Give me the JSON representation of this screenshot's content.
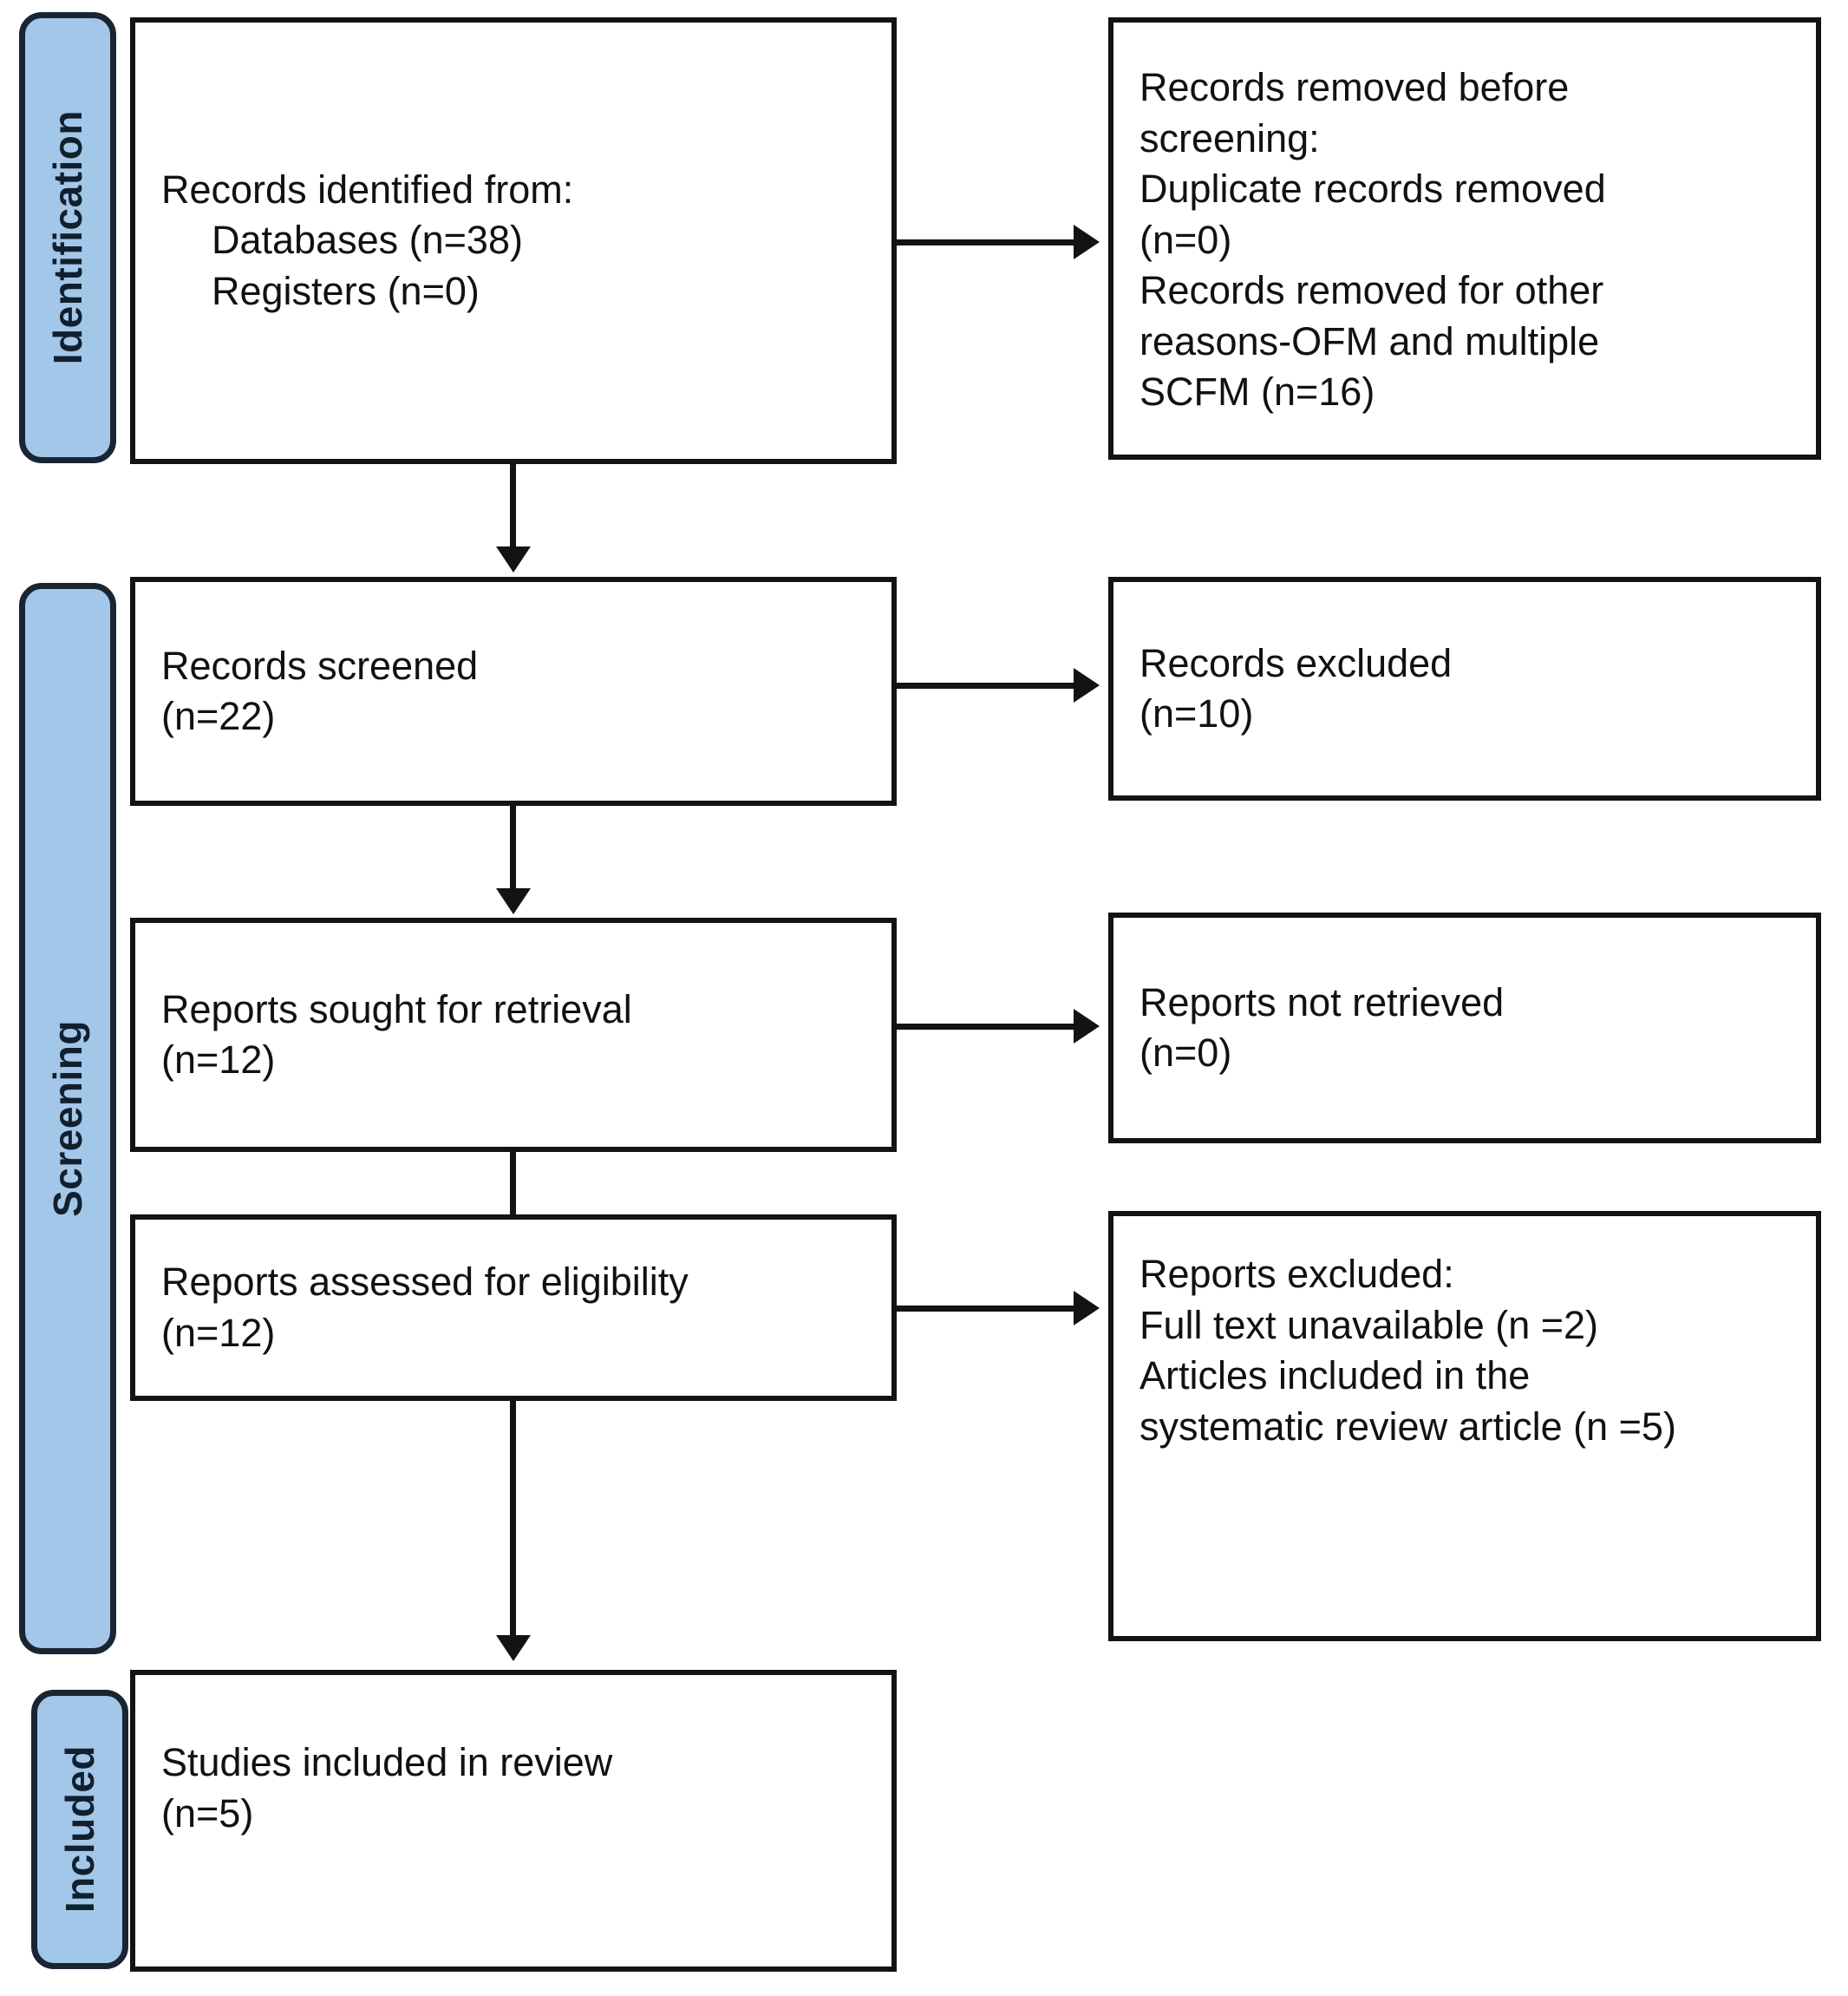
{
  "diagram": {
    "title": "PRISMA 2020 flow diagram",
    "accent_color": "#a3c7e8",
    "border_color": "#131313",
    "band_border_color": "#1a2533",
    "text_color": "#111111"
  },
  "bands": [
    {
      "id": "identification",
      "label": "Identification"
    },
    {
      "id": "screening",
      "label": "Screening"
    },
    {
      "id": "included",
      "label": "Included"
    }
  ],
  "boxes": {
    "records_identified": {
      "id": "records-identified",
      "lines": [
        "Records identified from:",
        "Databases (n=38)",
        "Registers (n=0)"
      ]
    },
    "records_removed": {
      "id": "records-removed-before-screening",
      "lines": [
        "Records removed before",
        "screening:",
        "Duplicate records removed",
        "(n=0)",
        "Records removed for other",
        "reasons-OFM and multiple",
        "SCFM (n=16)"
      ],
      "segments": {
        "l1a": "Records removed ",
        "l1b": "before",
        "l2a": "screening",
        "l2b": ":"
      }
    },
    "records_screened": {
      "id": "records-screened",
      "lines": [
        "Records screened",
        "(n=22)"
      ]
    },
    "records_excluded": {
      "id": "records-excluded",
      "lines": [
        "Records excluded",
        "(n=10)"
      ]
    },
    "reports_sought": {
      "id": "reports-sought-for-retrieval",
      "lines": [
        "Reports sought for retrieval",
        "(n=12)"
      ]
    },
    "reports_not_retrieved": {
      "id": "reports-not-retrieved",
      "lines": [
        "Reports not retrieved",
        "(n=0)"
      ]
    },
    "reports_assessed": {
      "id": "reports-assessed-for-eligibility",
      "lines": [
        "Reports assessed for eligibility",
        "(n=12)"
      ]
    },
    "reports_excluded": {
      "id": "reports-excluded",
      "lines": [
        "Reports excluded:",
        "Full text unavailable (n =2)",
        "Articles included in the",
        "systematic review article (n =5)"
      ]
    },
    "studies_included": {
      "id": "studies-included-in-review",
      "lines": [
        "Studies included in review",
        "(n=5)"
      ]
    }
  },
  "chart_data": {
    "type": "diagram",
    "title": "PRISMA 2020 flow diagram",
    "stages": [
      {
        "stage": "Identification",
        "nodes": [
          {
            "label": "Records identified from: Databases",
            "n": 38
          },
          {
            "label": "Records identified from: Registers",
            "n": 0
          },
          {
            "label": "Duplicate records removed",
            "n": 0
          },
          {
            "label": "Records removed for other reasons-OFM and multiple SCFM",
            "n": 16
          }
        ]
      },
      {
        "stage": "Screening",
        "nodes": [
          {
            "label": "Records screened",
            "n": 22
          },
          {
            "label": "Records excluded",
            "n": 10
          },
          {
            "label": "Reports sought for retrieval",
            "n": 12
          },
          {
            "label": "Reports not retrieved",
            "n": 0
          },
          {
            "label": "Reports assessed for eligibility",
            "n": 12
          },
          {
            "label": "Reports excluded: Full text unavailable",
            "n": 2
          },
          {
            "label": "Reports excluded: Articles included in the systematic review article",
            "n": 5
          }
        ]
      },
      {
        "stage": "Included",
        "nodes": [
          {
            "label": "Studies included in review",
            "n": 5
          }
        ]
      }
    ]
  }
}
